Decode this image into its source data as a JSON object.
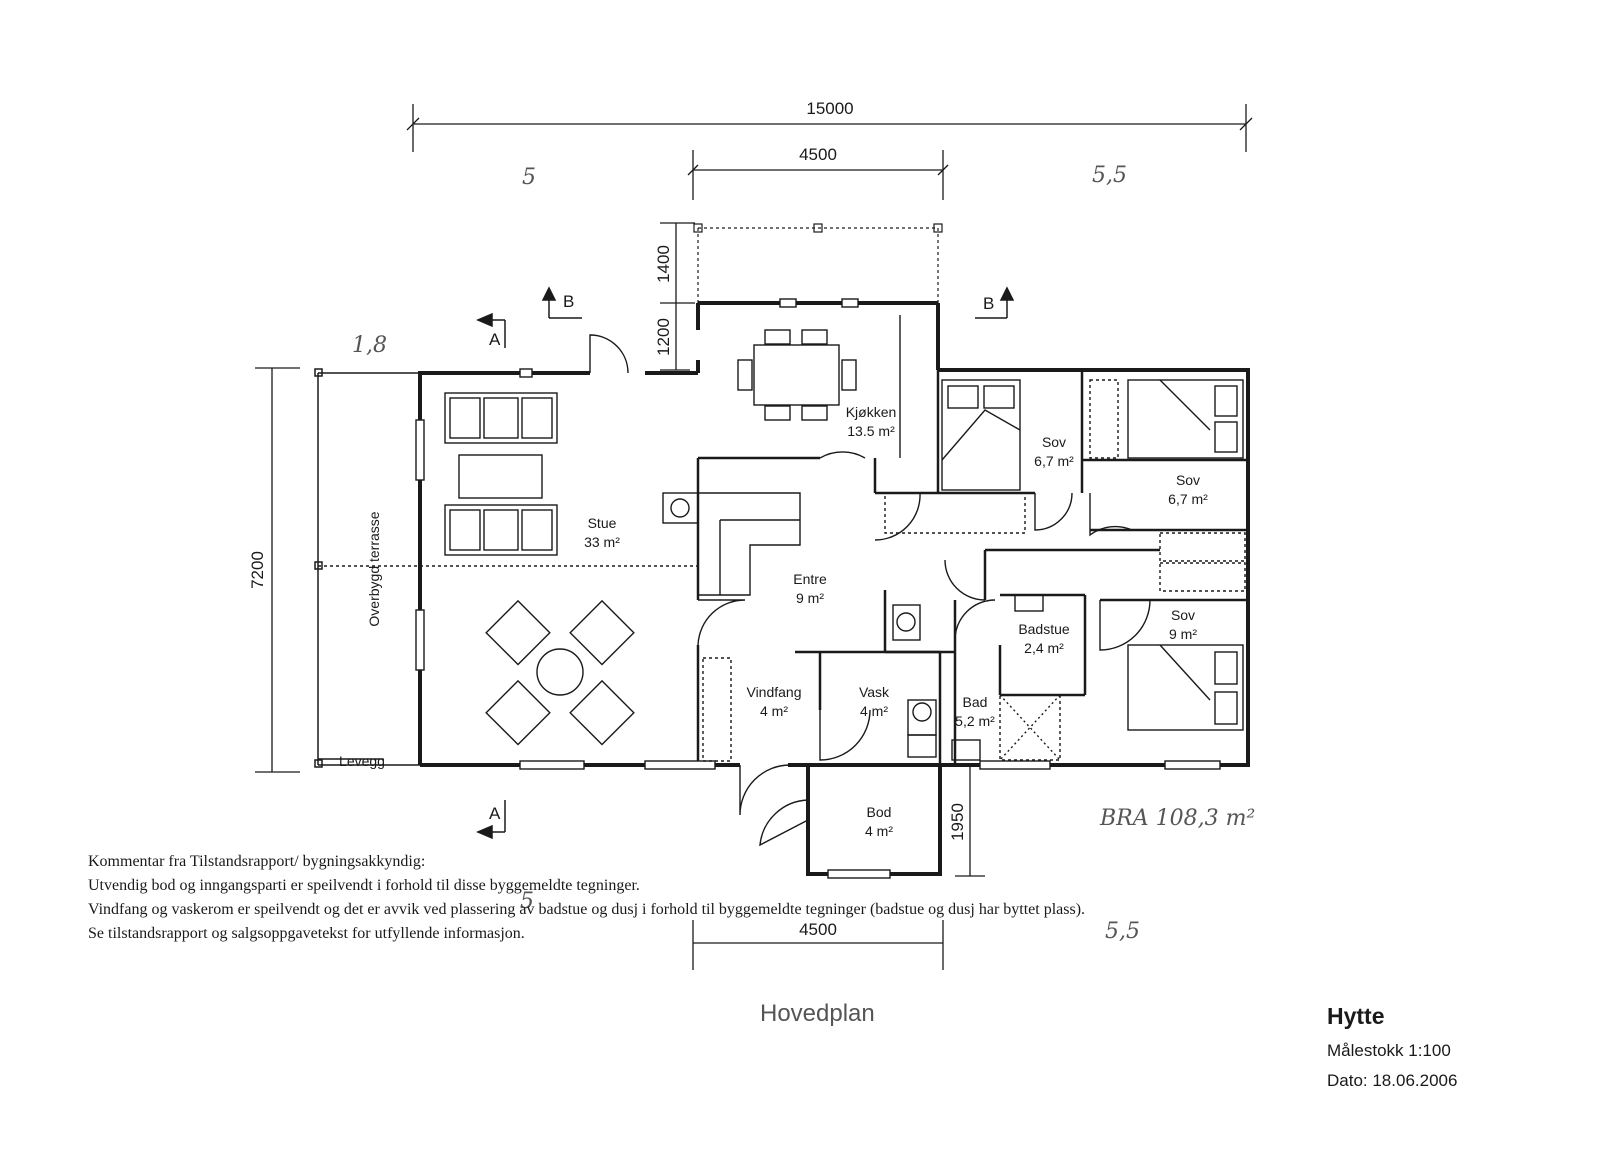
{
  "dimensions": {
    "total_width": "15000",
    "top_section": "4500",
    "bottom_section": "4500",
    "depth": "7200",
    "porch_depth": "1400",
    "entry_depth": "1200",
    "bod_depth": "1950"
  },
  "handwritten": {
    "left_half": "5",
    "right_half": "5,5",
    "terrace_width": "1,8",
    "bottom_center": "5",
    "bottom_right": "5,5",
    "bra_area": "BRA 108,3 m²"
  },
  "section_markers": {
    "a": "A",
    "b": "B"
  },
  "rooms": [
    {
      "name": "Stue",
      "area": "33 m²"
    },
    {
      "name": "Kjøkken",
      "area": "13.5 m²"
    },
    {
      "name": "Entre",
      "area": "9 m²"
    },
    {
      "name": "Vindfang",
      "area": "4 m²"
    },
    {
      "name": "Vask",
      "area": "4 m²"
    },
    {
      "name": "Bod",
      "area": "4 m²"
    },
    {
      "name": "Bad",
      "area": "5,2 m²"
    },
    {
      "name": "Badstue",
      "area": "2,4 m²"
    },
    {
      "name": "Sov",
      "area": "6,7 m²"
    },
    {
      "name": "Sov",
      "area": "6,7 m²"
    },
    {
      "name": "Sov",
      "area": "9 m²"
    }
  ],
  "terrace": {
    "label": "Overbygd terrasse",
    "levegg": "Levegg"
  },
  "comment": {
    "heading": "Kommentar fra Tilstandsrapport/ bygningsakkyndig:",
    "lines": [
      "Utvendig bod og inngangsparti er speilvendt i forhold til disse byggemeldte tegninger.",
      "Vindfang og vaskerom er speilvendt og det er avvik ved plassering av badstue og dusj i forhold til byggemeldte tegninger (badstue og dusj har byttet plass).",
      "Se tilstandsrapport  og salgsoppgavetekst for utfyllende informasjon."
    ]
  },
  "plan_title": "Hovedplan",
  "title_block": {
    "name": "Hytte",
    "scale": "Målestokk 1:100",
    "date": "Dato: 18.06.2006"
  }
}
